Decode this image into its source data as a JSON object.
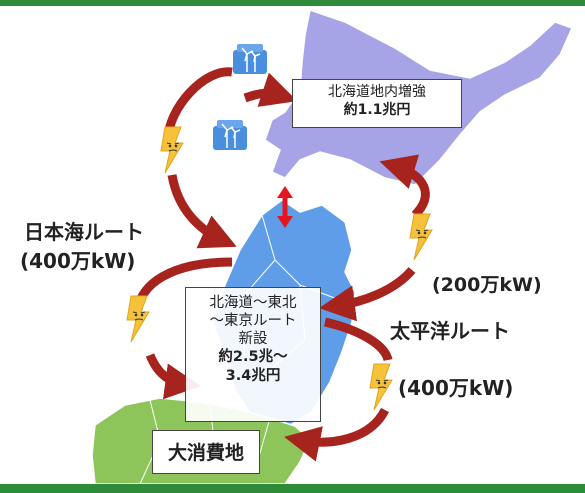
{
  "colors": {
    "hokkaido": "#a6a3e6",
    "tohoku": "#5f9de8",
    "kanto": "#8dc55a",
    "arrow": "#a7231e",
    "bolt": "#f6c23a",
    "interconnect": "#e3151f",
    "frame": "#2e8b3a"
  },
  "icons": [
    "wind-turbine-icon",
    "wind-turbine-icon",
    "lightning-bolt-icon"
  ],
  "hokkaido_box": {
    "line1": "北海道地内増強",
    "line2": "約1.1兆円"
  },
  "route_box": {
    "line1": "北海道～東北",
    "line2": "～東京ルート",
    "line3": "新設",
    "line4": "約2.5兆～",
    "line5": "3.4兆円"
  },
  "consumption_box": {
    "label": "大消費地"
  },
  "labels": {
    "japan_sea_route": "日本海ルート",
    "japan_sea_capacity": "(400万kW)",
    "pacific_upper_capacity": "(200万kW)",
    "pacific_route": "太平洋ルート",
    "pacific_capacity": "(400万kW)"
  }
}
